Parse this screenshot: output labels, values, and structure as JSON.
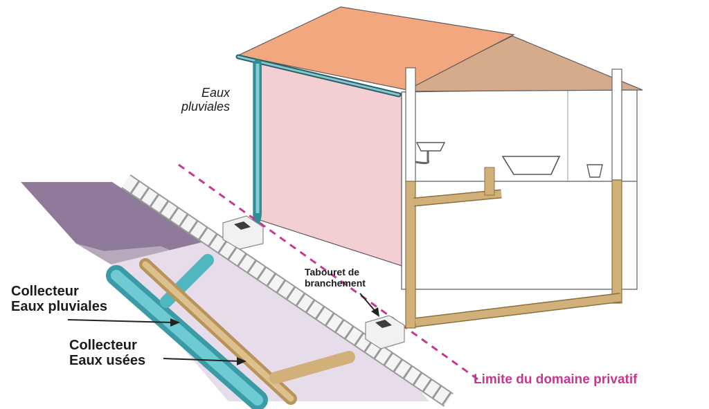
{
  "labels": {
    "eaux_pluviales": [
      "Eaux",
      "pluviales"
    ],
    "tabouret": [
      "Tabouret de",
      "branchement"
    ],
    "collecteur_pluviales": [
      "Collecteur",
      "Eaux pluviales"
    ],
    "collecteur_usees": [
      "Collecteur",
      "Eaux usées"
    ],
    "limite": "Limite du domaine privatif"
  },
  "colors": {
    "roof": "#f2a77e",
    "roof_side": "#d6ab8c",
    "wall": "#f3cfd4",
    "rain_pipe": "#4fb7c0",
    "waste_pipe": "#d2b079",
    "street": "#8f7a9a",
    "boundary_line": "#c5388e",
    "label_limite": "#c5388e"
  }
}
